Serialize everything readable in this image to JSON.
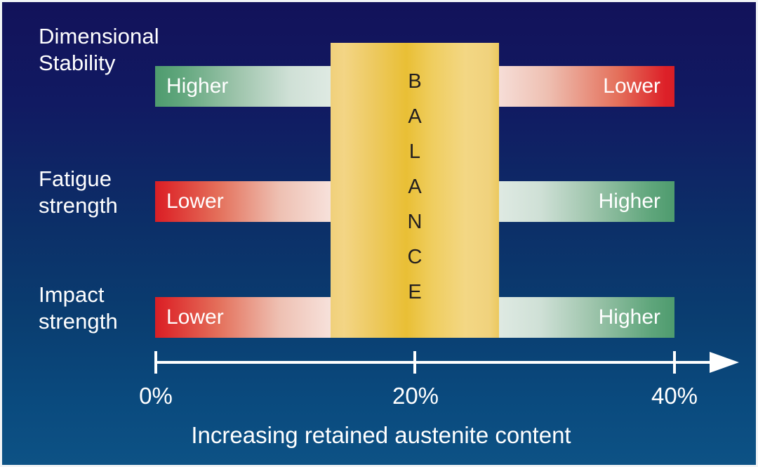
{
  "chart_data": {
    "type": "bar",
    "title": "",
    "xlabel": "Increasing retained austenite content",
    "ylabel": "",
    "xlim": [
      0,
      44
    ],
    "ticks": [
      "0%",
      "20%",
      "40%"
    ],
    "tick_values": [
      0,
      20,
      40
    ],
    "grid": false,
    "legend": "none",
    "balance_band": {
      "label": "BALANCE",
      "letters": [
        "B",
        "A",
        "L",
        "A",
        "N",
        "C",
        "E"
      ],
      "range": [
        13.5,
        26.5
      ],
      "color": "#eac63f"
    },
    "rows": [
      {
        "name": "Dimensional Stability",
        "label_line1": "Dimensional",
        "label_line2": "Stability",
        "left_label": "Higher",
        "right_label": "Lower",
        "left_color": "#4e9b6e",
        "right_color": "#d81f26",
        "left_range": [
          0,
          13.5
        ],
        "right_range": [
          26.5,
          40
        ]
      },
      {
        "name": "Fatigue strength",
        "label_line1": "Fatigue",
        "label_line2": "strength",
        "left_label": "Lower",
        "right_label": "Higher",
        "left_color": "#d81f26",
        "right_color": "#4e9b6e",
        "left_range": [
          0,
          13.5
        ],
        "right_range": [
          26.5,
          40
        ]
      },
      {
        "name": "Impact strength",
        "label_line1": "Impact",
        "label_line2": "strength",
        "left_label": "Lower",
        "right_label": "Higher",
        "left_color": "#d81f26",
        "right_color": "#4e9b6e",
        "left_range": [
          0,
          13.5
        ],
        "right_range": [
          26.5,
          40
        ]
      }
    ],
    "colors": {
      "background_top": "#12125a",
      "background_bottom": "#0d5285",
      "text": "#ffffff",
      "balance_text": "#231f20",
      "green": "#4e9b6e",
      "red": "#d81f26",
      "yellow": "#eac63f"
    }
  }
}
